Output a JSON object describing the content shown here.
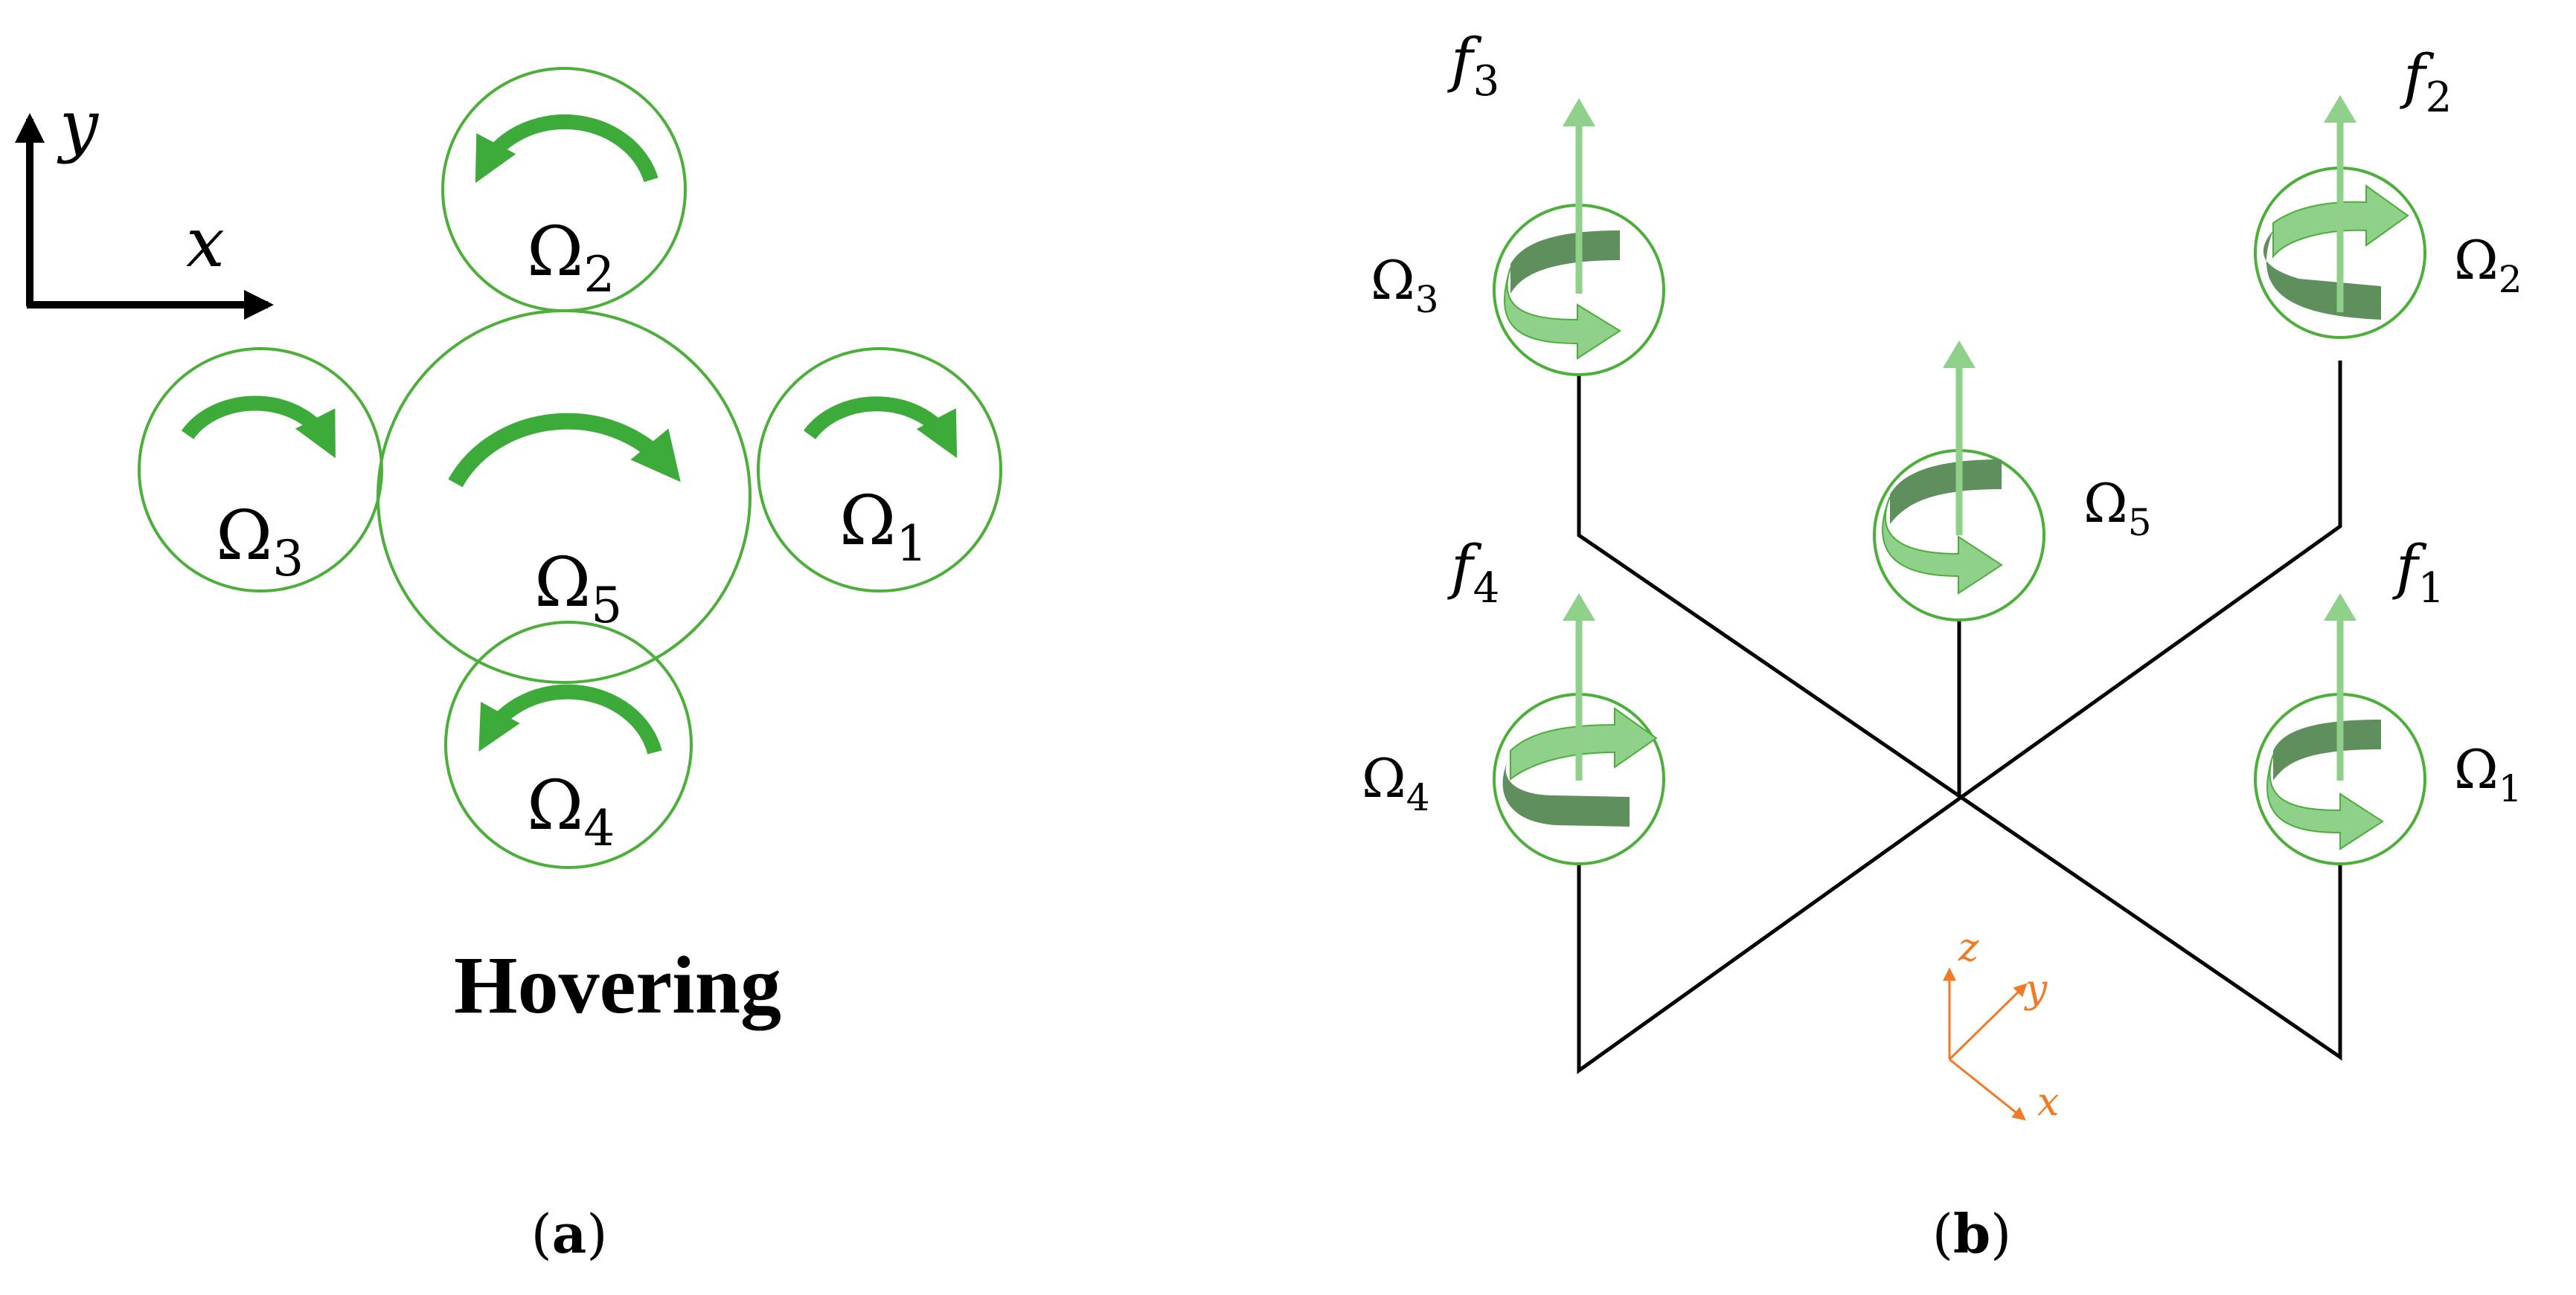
{
  "panel_a": {
    "axis": {
      "y_label": "y",
      "x_label": "x"
    },
    "rotors": {
      "r1": {
        "omega": "Ω",
        "sub": "1"
      },
      "r2": {
        "omega": "Ω",
        "sub": "2"
      },
      "r3": {
        "omega": "Ω",
        "sub": "3"
      },
      "r4": {
        "omega": "Ω",
        "sub": "4"
      },
      "r5": {
        "omega": "Ω",
        "sub": "5"
      }
    },
    "mode_title": "Hovering",
    "caption": {
      "open": "(",
      "letter": "a",
      "close": ")"
    }
  },
  "panel_b": {
    "forces": {
      "f1": {
        "f": "f",
        "sub": "1"
      },
      "f2": {
        "f": "f",
        "sub": "2"
      },
      "f3": {
        "f": "f",
        "sub": "3"
      },
      "f4": {
        "f": "f",
        "sub": "4"
      }
    },
    "rotors": {
      "r1": {
        "omega": "Ω",
        "sub": "1"
      },
      "r2": {
        "omega": "Ω",
        "sub": "2"
      },
      "r3": {
        "omega": "Ω",
        "sub": "3"
      },
      "r4": {
        "omega": "Ω",
        "sub": "4"
      },
      "r5": {
        "omega": "Ω",
        "sub": "5"
      }
    },
    "axes": {
      "z": "z",
      "y": "y",
      "x": "x"
    },
    "caption": {
      "open": "(",
      "letter": "b",
      "close": ")"
    }
  },
  "colors": {
    "rotor_outline": "#4caf3a",
    "arrow_green": "#3dab3a",
    "light_green": "#8fd08a",
    "dark_green": "#5e8f5c",
    "frame": "#000000",
    "axes_orange": "#f07a28"
  }
}
